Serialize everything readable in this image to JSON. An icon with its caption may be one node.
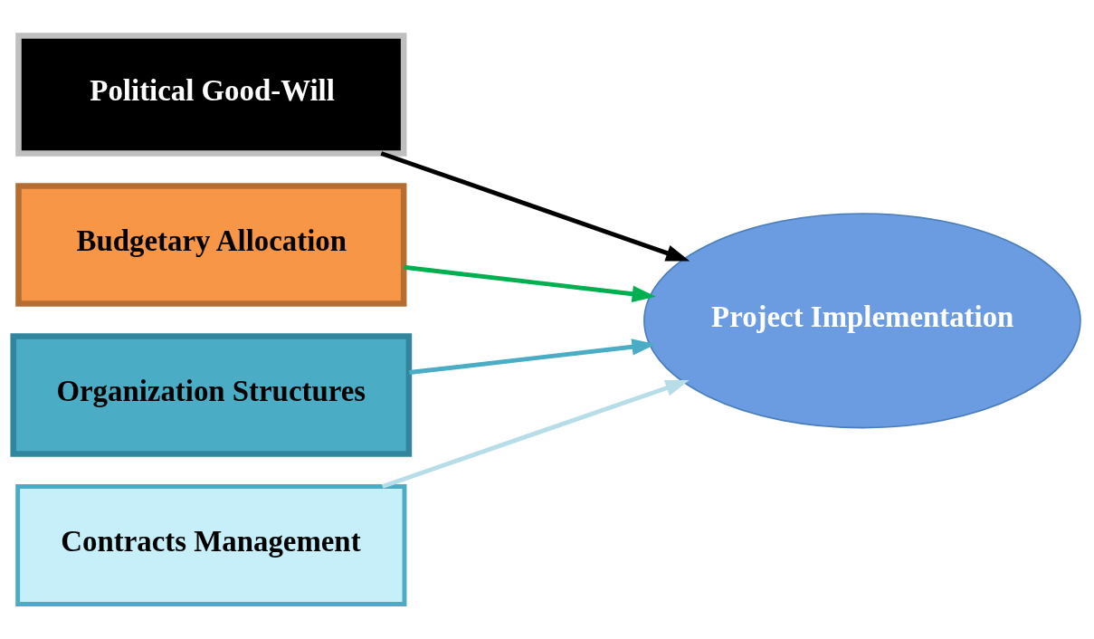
{
  "diagram": {
    "nodes": [
      {
        "text": [
          "Political Good-Will"
        ]
      },
      {
        "text": [
          "Budgetary Allocation"
        ]
      },
      {
        "text": [
          "Organization Structures"
        ]
      },
      {
        "text": [
          "Contracts Management"
        ]
      },
      {
        "text": [
          "Project Implementation"
        ]
      }
    ],
    "edges": [
      {
        "from": 0,
        "to": 4,
        "arrow": "to",
        "color": "#000000"
      },
      {
        "from": 1,
        "to": 4,
        "arrow": "to",
        "color": "#00b050"
      },
      {
        "from": 2,
        "to": 4,
        "arrow": "to",
        "color": "#4bacc6"
      },
      {
        "from": 3,
        "to": 4,
        "arrow": "to",
        "color": "#b7dde8"
      }
    ]
  }
}
